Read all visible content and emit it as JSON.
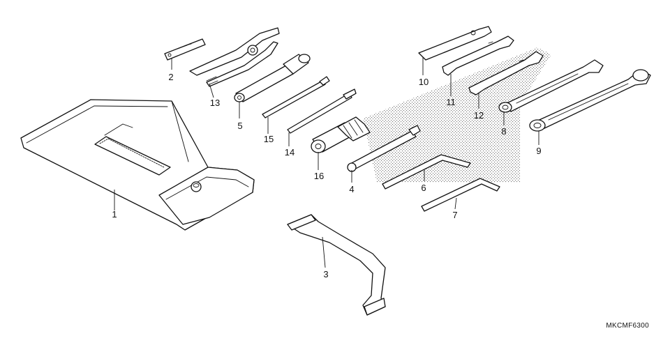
{
  "diagram": {
    "code": "MKCMF6300",
    "parts": [
      {
        "key": "p1",
        "label": "1"
      },
      {
        "key": "p2",
        "label": "2"
      },
      {
        "key": "p3",
        "label": "3"
      },
      {
        "key": "p4",
        "label": "4"
      },
      {
        "key": "p5",
        "label": "5"
      },
      {
        "key": "p6",
        "label": "6"
      },
      {
        "key": "p7",
        "label": "7"
      },
      {
        "key": "p8",
        "label": "8"
      },
      {
        "key": "p9",
        "label": "9"
      },
      {
        "key": "p10",
        "label": "10"
      },
      {
        "key": "p11",
        "label": "11"
      },
      {
        "key": "p12",
        "label": "12"
      },
      {
        "key": "p13",
        "label": "13"
      },
      {
        "key": "p14",
        "label": "14"
      },
      {
        "key": "p15",
        "label": "15"
      },
      {
        "key": "p16",
        "label": "16"
      }
    ]
  }
}
